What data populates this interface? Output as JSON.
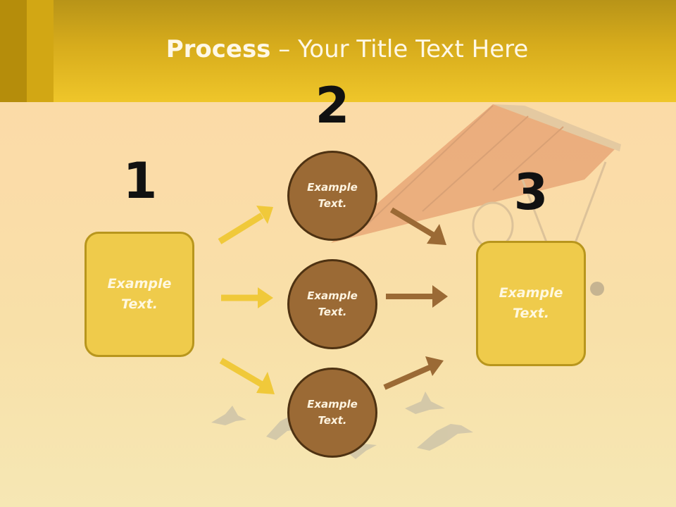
{
  "title": {
    "bold": "Process",
    "rest": " – Your Title Text Here"
  },
  "steps": {
    "one": "1",
    "two": "2",
    "three": "3"
  },
  "box_left": {
    "text": "Example Text."
  },
  "circles": [
    {
      "text": "Example Text."
    },
    {
      "text": "Example Text."
    },
    {
      "text": "Example Text."
    }
  ],
  "box_right": {
    "text": "Example Text."
  },
  "colors": {
    "header": "#e8bf25",
    "box_fill": "#efcb4b",
    "circle_fill": "#9b6a35",
    "yellow_arrow": "#f0c93a",
    "brown_arrow": "#9b6a35"
  },
  "icons": [
    "arrow-right-icon",
    "hang-glider-image",
    "bird-silhouette"
  ]
}
